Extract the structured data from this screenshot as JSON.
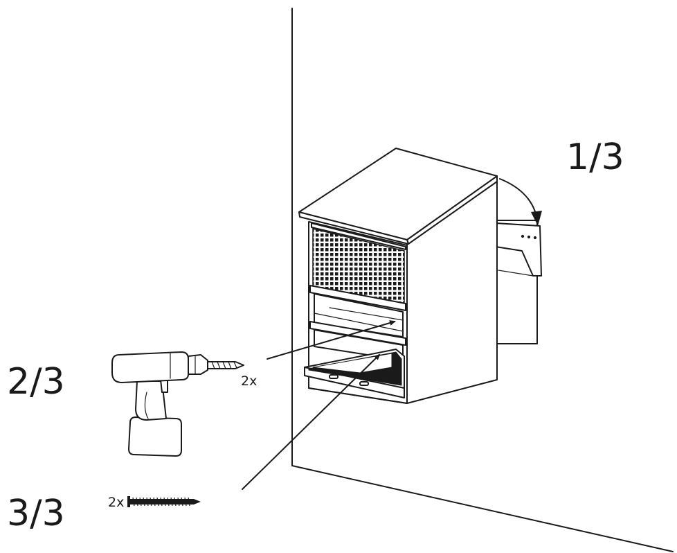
{
  "steps": [
    {
      "label": "1/3"
    },
    {
      "label": "2/3"
    },
    {
      "label": "3/3"
    }
  ],
  "drill_quantity": "2x",
  "screw_quantity": "2x",
  "icons": {
    "drill": "cordless-drill-icon",
    "screw": "screw-icon",
    "cabinet": "wall-cabinet-illustration"
  }
}
